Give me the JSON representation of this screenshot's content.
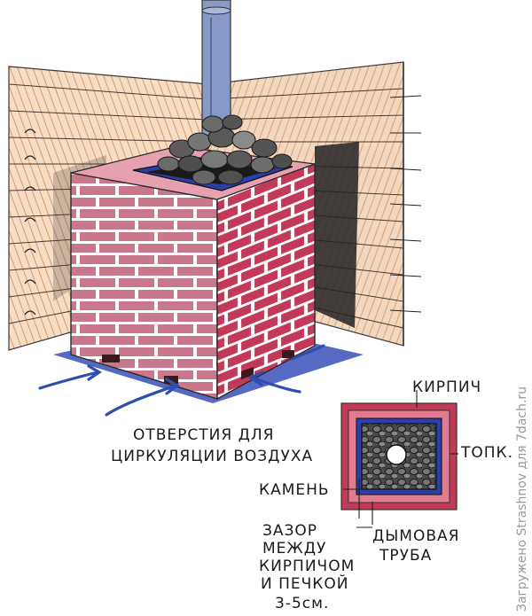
{
  "labels": {
    "openings_line1": "ОТВЕРСТИЯ ДЛЯ",
    "openings_line2": "ЦИРКУЛЯЦИИ ВОЗДУХА",
    "brick": "КИРПИЧ",
    "furnace": "ТОПК.",
    "stone": "КАМЕНЬ",
    "gap_line1": "ЗАЗОР",
    "gap_line2": "МЕЖДУ",
    "gap_line3": "КИРПИЧОМ",
    "gap_line4": "И ПЕЧКОЙ",
    "gap_line5": "3-5см.",
    "chimney_line1": "ДЫМОВАЯ",
    "chimney_line2": "ТРУБА"
  },
  "watermark": "Загружено Strashnov для 7dach.ru",
  "colors": {
    "brick_front": "#c8788a",
    "brick_side": "#c8405e",
    "mortar": "#ffffff",
    "wall_wood": "#e8b48a",
    "wall_line": "#4a3a30",
    "pipe": "#8a9ac8",
    "stone": "#5a5a5a",
    "arrow": "#2d4fb0",
    "gap_blue": "#2a3fa8",
    "inner_dark": "#2a2a2a"
  }
}
